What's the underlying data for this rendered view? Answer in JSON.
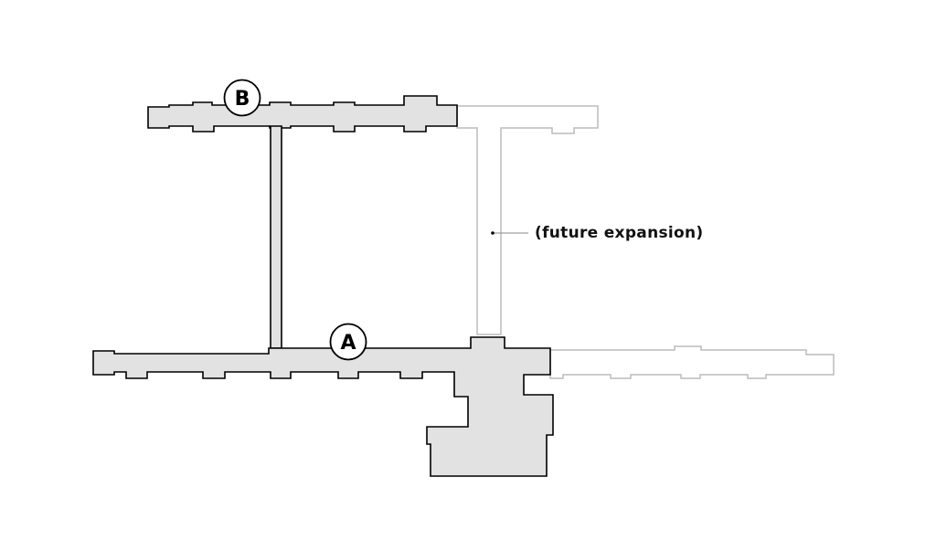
{
  "diagram": {
    "markers": {
      "a": "A",
      "b": "B"
    },
    "annotation": "(future expansion)",
    "colors": {
      "built_fill": "#e2e2e2",
      "built_stroke": "#000000",
      "future_stroke": "#bcbcbc"
    }
  }
}
